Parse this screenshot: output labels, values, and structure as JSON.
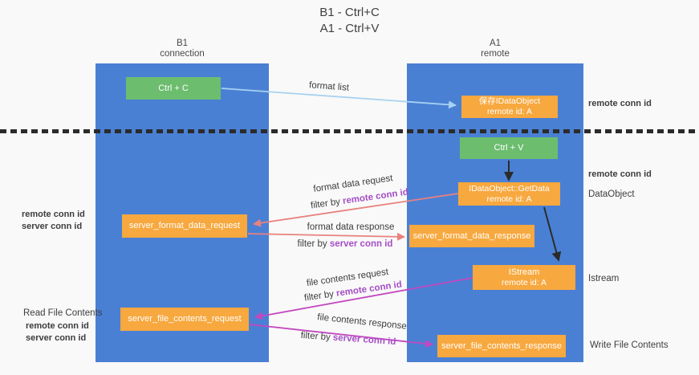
{
  "title": {
    "line1": "B1 - Ctrl+C",
    "line2": "A1 - Ctrl+V"
  },
  "lanes": {
    "left": {
      "name": "B1",
      "role": "connection"
    },
    "right": {
      "name": "A1",
      "role": "remote"
    }
  },
  "nodes": {
    "ctrl_c": {
      "label": "Ctrl + C"
    },
    "ctrl_v": {
      "label": "Ctrl + V"
    },
    "save_idataobject": {
      "line1": "保存IDataObject",
      "line2": "remote id: A"
    },
    "getdata": {
      "line1": "IDataObject::GetData",
      "line2": "remote id: A"
    },
    "istream": {
      "line1": "IStream",
      "line2": "remote id: A"
    },
    "server_format_data_request": {
      "label": "server_format_data_request"
    },
    "server_format_data_response": {
      "label": "server_format_data_response"
    },
    "server_file_contents_request": {
      "label": "server_file_contents_request"
    },
    "server_file_contents_response": {
      "label": "server_file_contents_response"
    }
  },
  "arrow_labels": {
    "format_list": "format list",
    "format_data_request": "format data request",
    "format_data_response": "format data response",
    "file_contents_request": "file contents request",
    "file_contents_response": "file contents response",
    "filter_by": "filter by",
    "remote_conn_id": "remote conn id",
    "server_conn_id": "server conn id"
  },
  "annotations": {
    "remote_conn_id": "remote conn id",
    "server_conn_id": "server conn id",
    "dataobject": "DataObject",
    "istream": "Istream",
    "read_file_contents": "Read File Contents",
    "write_file_contents": "Write File Contents"
  },
  "colors": {
    "lane_blue": "#4a80d4",
    "node_orange": "#f7a83e",
    "node_green": "#6cbd6e",
    "arrow_light_blue": "#a8d2f0",
    "arrow_salmon": "#e8827f",
    "arrow_magenta": "#c348c0",
    "arrow_black": "#2b2b2b",
    "text_purple": "#a54ec5",
    "text_green": "#58b168"
  }
}
